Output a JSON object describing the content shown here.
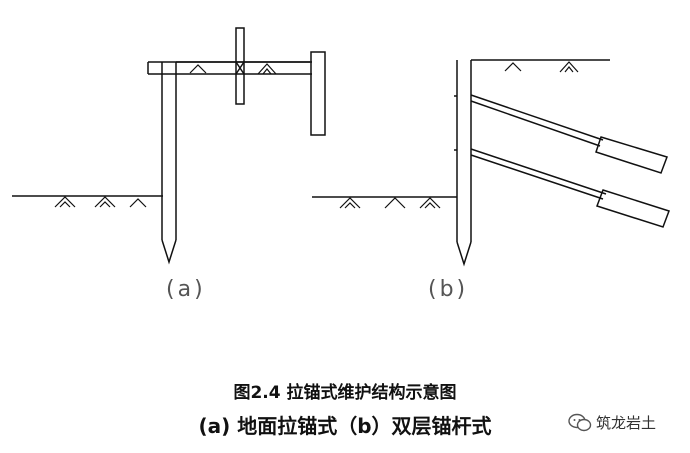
{
  "panels": {
    "a_label": "(a)",
    "b_label": "(b)"
  },
  "caption": {
    "figure_title": "图2.4   拉锚式维护结构示意图",
    "subtitle": "(a)   地面拉锚式（b）双层锚杆式"
  },
  "watermark": {
    "text": "筑龙岩土",
    "icon": "wechat-icon"
  },
  "colors": {
    "line": "#111111",
    "label": "#555555"
  }
}
